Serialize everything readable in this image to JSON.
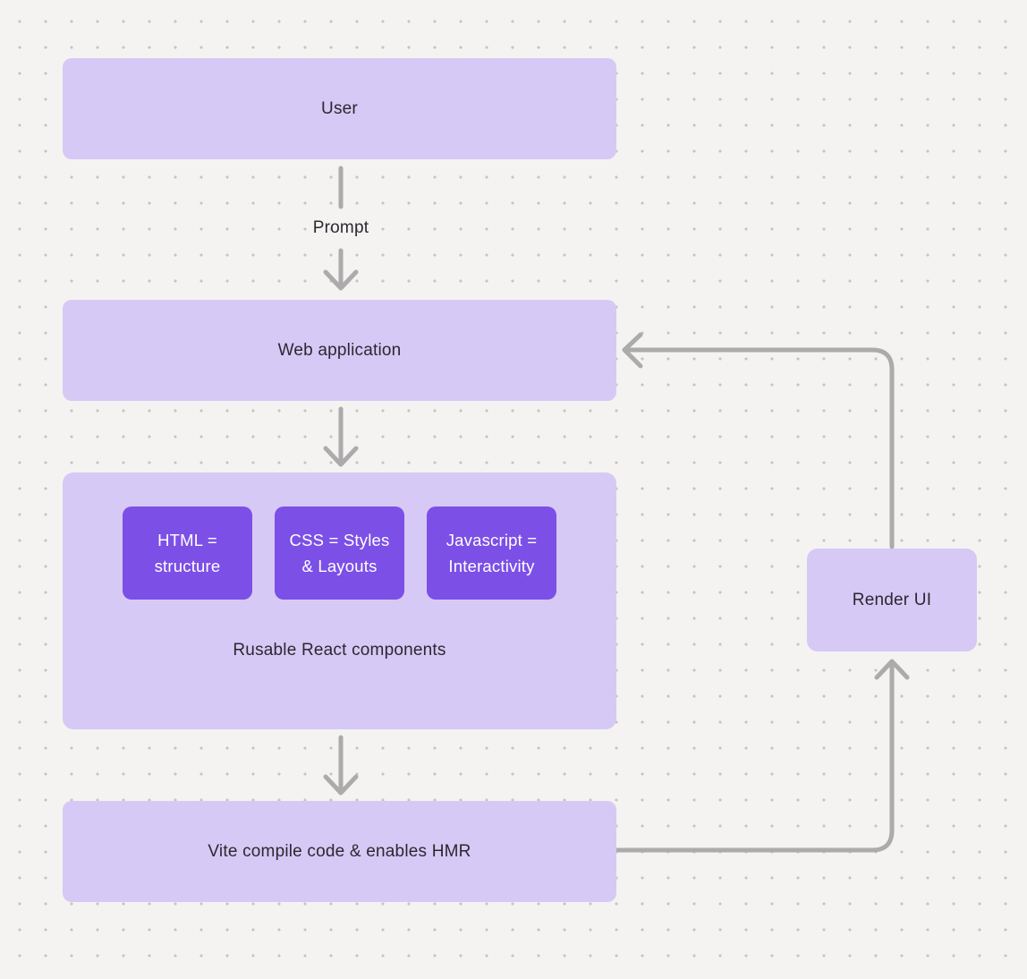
{
  "diagram": {
    "nodes": {
      "user": {
        "label": "User"
      },
      "web_application": {
        "label": "Web application"
      },
      "components_group": {
        "label": "Rusable React components",
        "items": [
          {
            "label": "HTML = structure"
          },
          {
            "label": "CSS = Styles & Layouts"
          },
          {
            "label": "Javascript = Interactivity"
          }
        ]
      },
      "vite": {
        "label": "Vite compile code & enables HMR"
      },
      "render_ui": {
        "label": "Render UI"
      }
    },
    "edges": {
      "user_to_web_application": {
        "label": "Prompt"
      },
      "web_application_to_components": {
        "label": ""
      },
      "components_to_vite": {
        "label": ""
      },
      "vite_to_render_ui": {
        "label": ""
      },
      "render_ui_to_web_application": {
        "label": ""
      }
    },
    "colors": {
      "canvas_bg": "#f4f3f1",
      "dot": "#c7c4c1",
      "node_fill": "#d7c9f5",
      "node_text": "#2b2831",
      "accent_fill": "#7c4fe6",
      "accent_text": "#ffffff",
      "connector": "#ababab"
    }
  }
}
